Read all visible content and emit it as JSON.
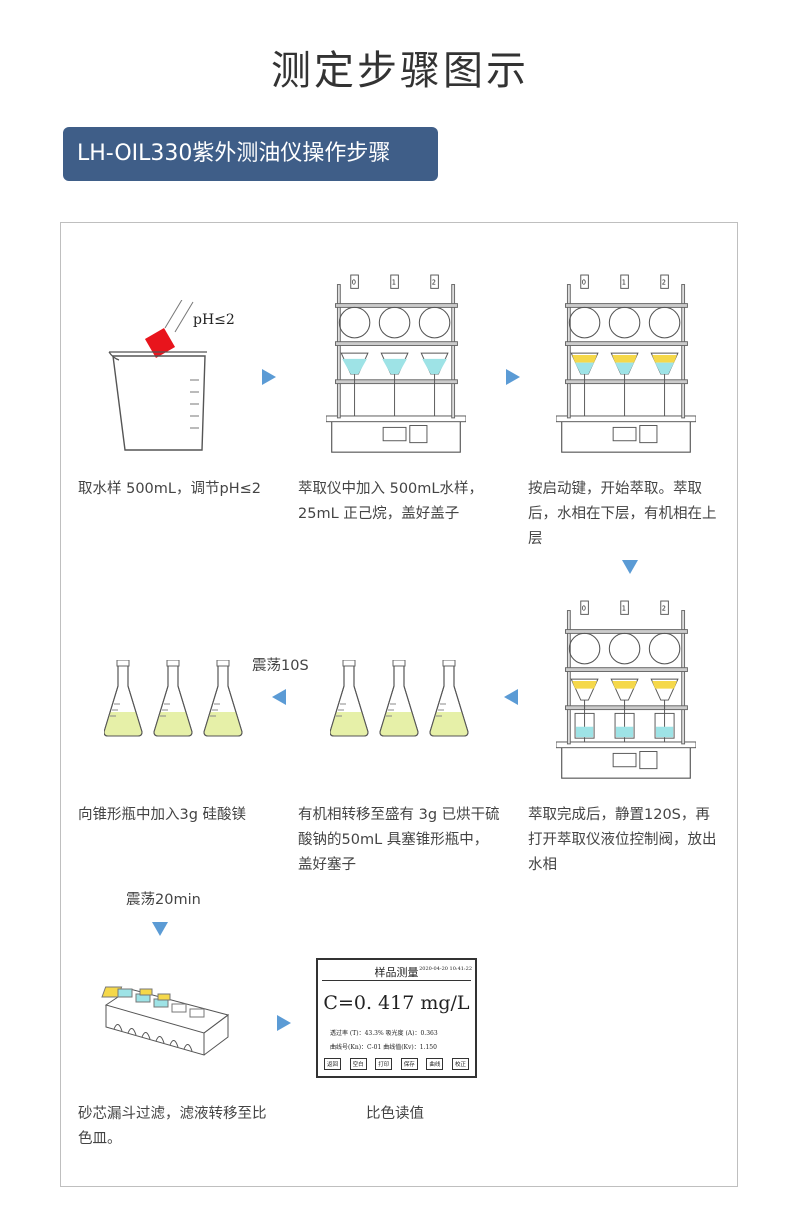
{
  "page": {
    "title": "测定步骤图示",
    "banner": "LH-OIL330紫外测油仪操作步骤"
  },
  "steps": [
    {
      "caption": "取水样 500mL，调节pH≤2",
      "figure_label": "pH≤2"
    },
    {
      "caption": "萃取仪中加入 500mL水样，25mL 正己烷，盖好盖子"
    },
    {
      "caption": "按启动键，开始萃取。萃取后，水相在下层，有机相在上层"
    },
    {
      "caption": "萃取完成后，静置120S，再打开萃取仪液位控制阀，放出水相"
    },
    {
      "caption": "有机相转移至盛有 3g 已烘干硫酸钠的50mL 具塞锥形瓶中，盖好塞子"
    },
    {
      "caption": "向锥形瓶中加入3g 硅酸镁"
    },
    {
      "caption": "砂芯漏斗过滤，滤液转移至比色皿。"
    },
    {
      "caption": "比色读值"
    }
  ],
  "labels": {
    "shake_10s": "震荡10S",
    "shake_20min": "震荡20min"
  },
  "flask_numbers": [
    "0",
    "1",
    "2"
  ],
  "screen": {
    "title": "样品测量",
    "time": "2020-04-20 10:41:22",
    "value": "C=0. 417  mg/L",
    "row1": "透过率 (T)：43.3%  吸光度 (A)：0.363",
    "row2": "曲线号(Kn)：C-01   曲线值(Kv)：1.150",
    "buttons": [
      "返回",
      "空白",
      "打印",
      "保存",
      "曲线",
      "校正"
    ]
  },
  "colors": {
    "banner": "#3f5e88",
    "arrow": "#5b9bd5",
    "water": "#9ee3e6",
    "organic": "#f5d84a",
    "flask_liquid": "#e6f0a8",
    "sample_red": "#e8141c"
  }
}
